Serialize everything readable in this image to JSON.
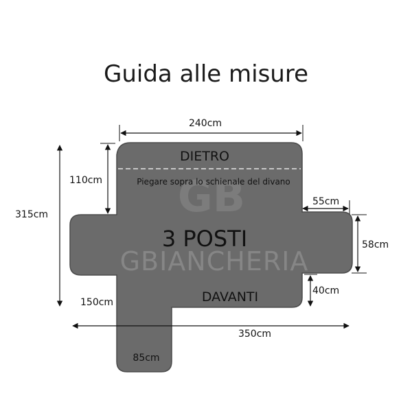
{
  "title": "Guida alle misure",
  "labels": {
    "back": "DIETRO",
    "fold_note": "Piegare sopra lo schienale del divano",
    "seats": "3 POSTI",
    "front": "DAVANTI",
    "watermark": "GBIANCHERIA",
    "watermark_logo": "GB"
  },
  "dimensions": {
    "width_top": "240cm",
    "back_height": "110cm",
    "total_height": "315cm",
    "armrest_width": "55cm",
    "armrest_height": "58cm",
    "front_drop": "40cm",
    "seat_depth": "150cm",
    "total_width": "350cm",
    "flap_width": "85cm"
  },
  "colors": {
    "cover_fill": "#6b6b6b",
    "cover_outline": "#4a4a4a",
    "text": "#111111",
    "background": "#ffffff"
  }
}
